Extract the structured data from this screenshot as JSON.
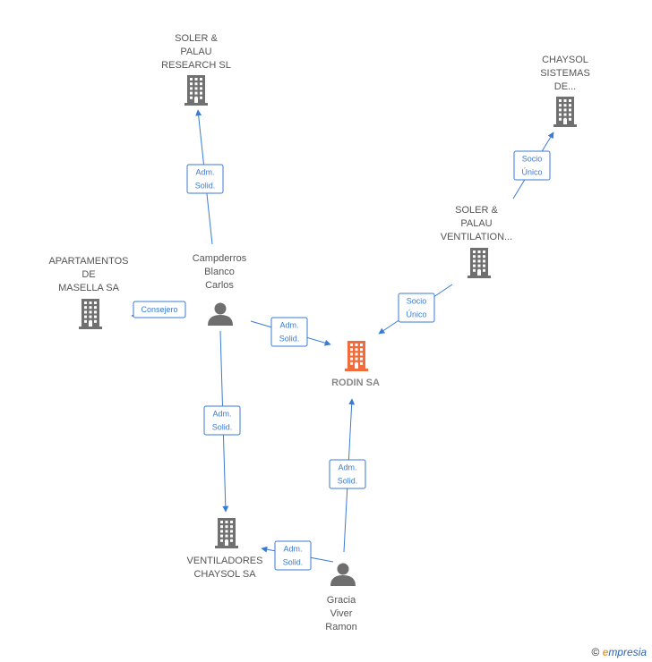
{
  "colors": {
    "edge": "#3a7bd5",
    "company": "#707070",
    "main_company": "#f26b3a",
    "person": "#6e6e6e"
  },
  "nodes": [
    {
      "id": "soler_research",
      "kind": "company",
      "lines": [
        "SOLER &",
        "PALAU",
        "RESEARCH SL"
      ]
    },
    {
      "id": "chaysol_sistemas",
      "kind": "company",
      "lines": [
        "CHAYSOL",
        "SISTEMAS",
        "DE..."
      ]
    },
    {
      "id": "soler_ventilation",
      "kind": "company",
      "lines": [
        "SOLER &",
        "PALAU",
        "VENTILATION..."
      ]
    },
    {
      "id": "apartamentos",
      "kind": "company",
      "lines": [
        "APARTAMENTOS",
        "DE",
        "MASELLA SA"
      ]
    },
    {
      "id": "campderros",
      "kind": "person",
      "lines": [
        "Campderros",
        "Blanco",
        "Carlos"
      ]
    },
    {
      "id": "rodin",
      "kind": "main",
      "lines": [
        "RODIN SA"
      ]
    },
    {
      "id": "ventiladores",
      "kind": "company",
      "lines": [
        "VENTILADORES",
        "CHAYSOL SA"
      ]
    },
    {
      "id": "gracia",
      "kind": "person",
      "lines": [
        "Gracia",
        "Viver",
        "Ramon"
      ]
    }
  ],
  "edges": [
    {
      "from": "campderros",
      "to": "soler_research",
      "label": [
        "Adm.",
        "Solid."
      ]
    },
    {
      "from": "soler_ventilation",
      "to": "chaysol_sistemas",
      "label": [
        "Socio",
        "Único"
      ]
    },
    {
      "from": "soler_ventilation",
      "to": "rodin",
      "label": [
        "Socio",
        "Único"
      ]
    },
    {
      "from": "campderros",
      "to": "apartamentos",
      "label": [
        "Consejero"
      ]
    },
    {
      "from": "campderros",
      "to": "rodin",
      "label": [
        "Adm.",
        "Solid."
      ]
    },
    {
      "from": "campderros",
      "to": "ventiladores",
      "label": [
        "Adm.",
        "Solid."
      ]
    },
    {
      "from": "gracia",
      "to": "rodin",
      "label": [
        "Adm.",
        "Solid."
      ]
    },
    {
      "from": "gracia",
      "to": "ventiladores",
      "label": [
        "Adm.",
        "Solid."
      ]
    }
  ],
  "footer": {
    "copyright": "©",
    "brand_initial": "e",
    "brand_rest": "mpresia"
  }
}
